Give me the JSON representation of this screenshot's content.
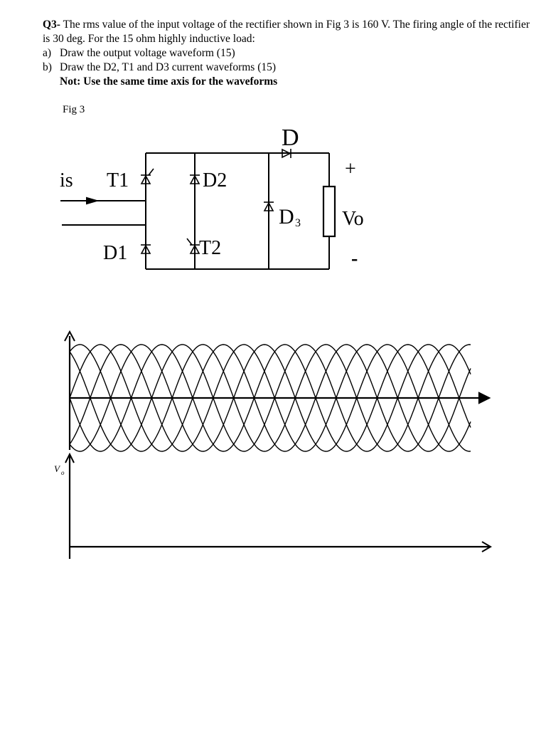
{
  "question": {
    "number": "Q3-",
    "text": " The rms value of the input voltage of the rectifier shown in Fig 3 is 160 V. The firing angle of the rectifier is 30 deg. For the 15 ohm highly inductive load:",
    "items": [
      {
        "label": "a)",
        "text": "Draw the output voltage waveform (15)"
      },
      {
        "label": "b)",
        "text": "Draw the D2, T1 and D3 current waveforms (15)"
      }
    ],
    "note": "Not: Use the same time axis for the waveforms"
  },
  "figure": {
    "label": "Fig 3",
    "components": {
      "source_current": "is",
      "T1": "T1",
      "D2": "D2",
      "D1": "D1",
      "T2": "T2",
      "D": "D",
      "D3_main": "D",
      "D3_sub": "3",
      "plus": "+",
      "minus": "-",
      "vo": "Vo"
    }
  },
  "plot": {
    "ylabel_main": "V",
    "ylabel_sub": "o"
  }
}
